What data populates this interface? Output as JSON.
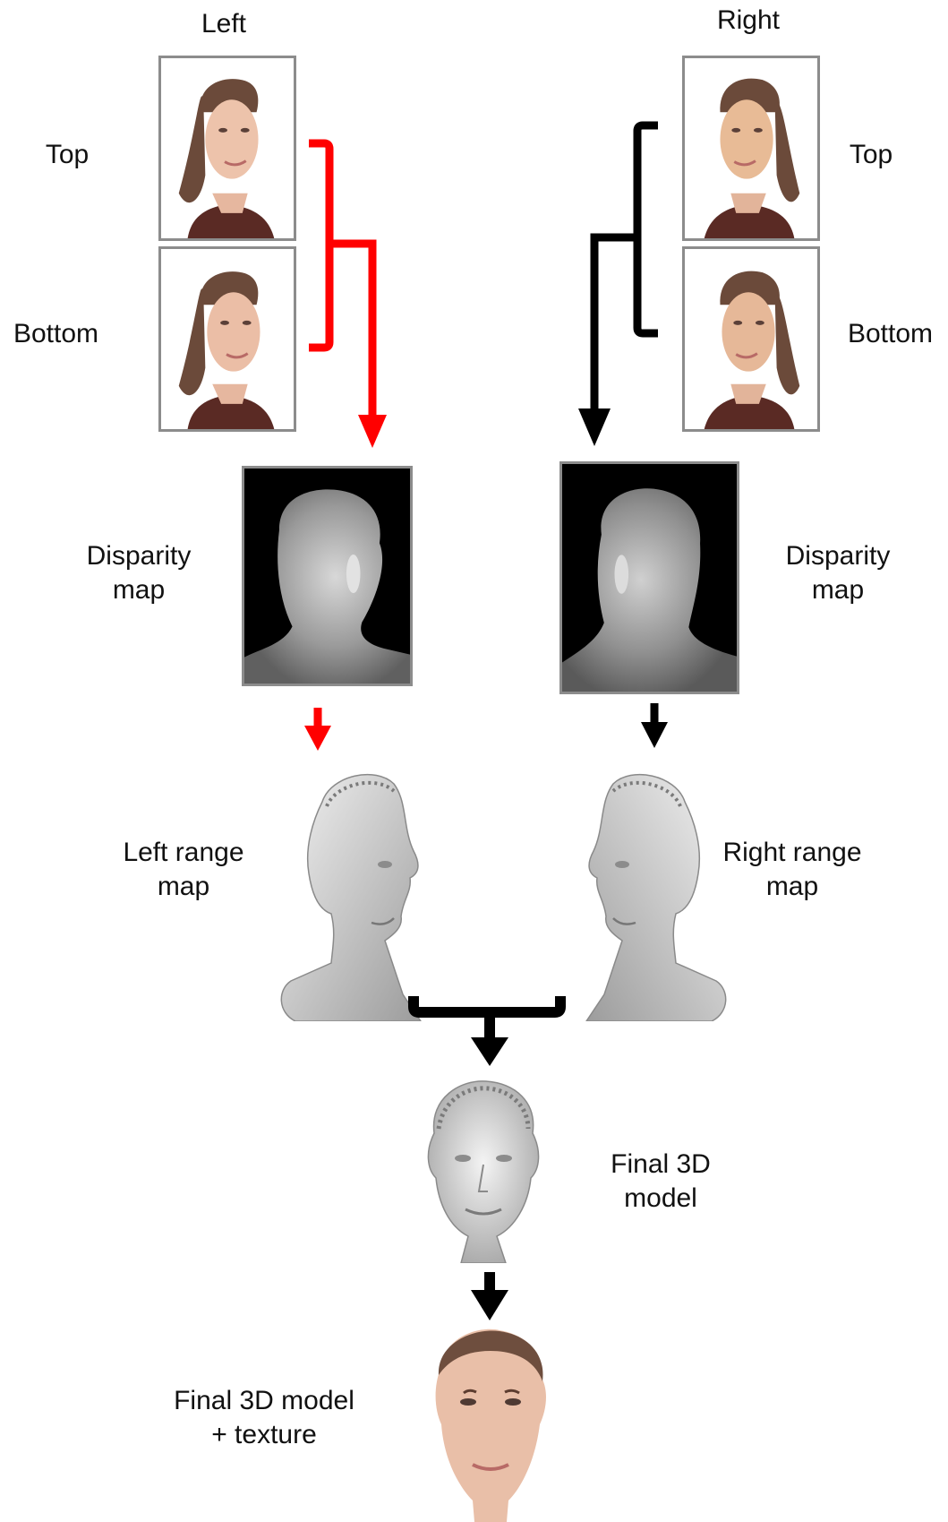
{
  "columns": {
    "left": "Left",
    "right": "Right"
  },
  "rows": {
    "left_top": "Top",
    "left_bottom": "Bottom",
    "right_top": "Top",
    "right_bottom": "Bottom"
  },
  "stages": {
    "left_disparity": [
      "Disparity",
      "map"
    ],
    "right_disparity": [
      "Disparity",
      "map"
    ],
    "left_range": [
      "Left range",
      "map"
    ],
    "right_range": [
      "Right range",
      "map"
    ],
    "final_model": [
      "Final 3D",
      "model"
    ],
    "final_textured": [
      "Final 3D model",
      "+ texture"
    ]
  },
  "colors": {
    "left_path": "#ff0000",
    "right_path": "#000000",
    "merge_path": "#000000",
    "frame": "#8c8c8c"
  }
}
